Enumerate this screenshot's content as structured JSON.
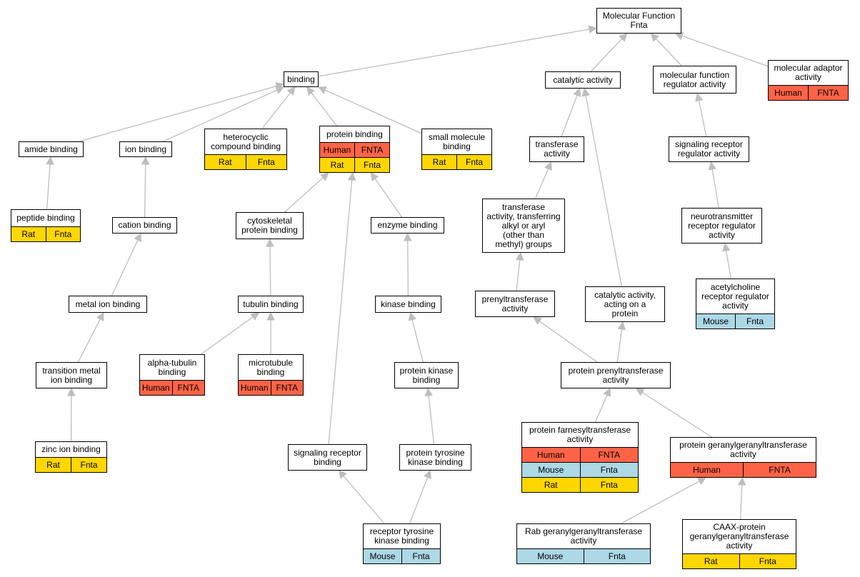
{
  "colors": {
    "Human": "#ff6347",
    "Mouse": "#add8e6",
    "Rat": "#ffd700",
    "edge": "#bebebe"
  },
  "nodes": [
    {
      "id": "molecular-function",
      "label": "Molecular Function\nFnta",
      "rows": []
    },
    {
      "id": "binding",
      "label": "binding",
      "rows": []
    },
    {
      "id": "catalytic-activity",
      "label": "catalytic activity",
      "rows": []
    },
    {
      "id": "molecular-function-regulator-activity",
      "label": "molecular function\nregulator activity",
      "rows": []
    },
    {
      "id": "molecular-adaptor-activity",
      "label": "molecular adaptor\nactivity",
      "rows": [
        [
          "Human",
          "FNTA"
        ]
      ]
    },
    {
      "id": "amide-binding",
      "label": "amide binding",
      "rows": []
    },
    {
      "id": "ion-binding",
      "label": "ion binding",
      "rows": []
    },
    {
      "id": "heterocyclic-compound-binding",
      "label": "heterocyclic\ncompound binding",
      "rows": [
        [
          "Rat",
          "Fnta"
        ]
      ]
    },
    {
      "id": "protein-binding",
      "label": "protein binding",
      "rows": [
        [
          "Human",
          "FNTA"
        ],
        [
          "Rat",
          "Fnta"
        ]
      ]
    },
    {
      "id": "small-molecule-binding",
      "label": "small molecule\nbinding",
      "rows": [
        [
          "Rat",
          "Fnta"
        ]
      ]
    },
    {
      "id": "transferase-activity",
      "label": "transferase\nactivity",
      "rows": []
    },
    {
      "id": "signaling-receptor-regulator-activity",
      "label": "signaling receptor\nregulator activity",
      "rows": []
    },
    {
      "id": "peptide-binding",
      "label": "peptide binding",
      "rows": [
        [
          "Rat",
          "Fnta"
        ]
      ]
    },
    {
      "id": "cation-binding",
      "label": "cation binding",
      "rows": []
    },
    {
      "id": "cytoskeletal-protein-binding",
      "label": "cytoskeletal\nprotein binding",
      "rows": []
    },
    {
      "id": "enzyme-binding",
      "label": "enzyme binding",
      "rows": []
    },
    {
      "id": "transferase-activity-aryl",
      "label": "transferase\nactivity, transferring\nalkyl or aryl\n(other than\nmethyl) groups",
      "rows": []
    },
    {
      "id": "neurotransmitter-receptor-regulator-activity",
      "label": "neurotransmitter\nreceptor regulator\nactivity",
      "rows": []
    },
    {
      "id": "metal-ion-binding",
      "label": "metal ion binding",
      "rows": []
    },
    {
      "id": "tubulin-binding",
      "label": "tubulin binding",
      "rows": []
    },
    {
      "id": "kinase-binding",
      "label": "kinase binding",
      "rows": []
    },
    {
      "id": "prenyltransferase-activity",
      "label": "prenyltransferase\nactivity",
      "rows": []
    },
    {
      "id": "catalytic-activity-on-protein",
      "label": "catalytic activity,\nacting on a\nprotein",
      "rows": []
    },
    {
      "id": "acetylcholine-receptor-regulator-activity",
      "label": "acetylcholine\nreceptor regulator\nactivity",
      "rows": [
        [
          "Mouse",
          "Fnta"
        ]
      ]
    },
    {
      "id": "transition-metal-ion-binding",
      "label": "transition metal\nion binding",
      "rows": []
    },
    {
      "id": "alpha-tubulin-binding",
      "label": "alpha-tubulin\nbinding",
      "rows": [
        [
          "Human",
          "FNTA"
        ]
      ]
    },
    {
      "id": "microtubule-binding",
      "label": "microtubule\nbinding",
      "rows": [
        [
          "Human",
          "FNTA"
        ]
      ]
    },
    {
      "id": "protein-kinase-binding",
      "label": "protein kinase\nbinding",
      "rows": []
    },
    {
      "id": "protein-prenyltransferase-activity",
      "label": "protein prenyltransferase\nactivity",
      "rows": []
    },
    {
      "id": "zinc-ion-binding",
      "label": "zinc ion binding",
      "rows": [
        [
          "Rat",
          "Fnta"
        ]
      ]
    },
    {
      "id": "signaling-receptor-binding",
      "label": "signaling receptor\nbinding",
      "rows": []
    },
    {
      "id": "protein-tyrosine-kinase-binding",
      "label": "protein tyrosine\nkinase binding",
      "rows": []
    },
    {
      "id": "protein-farnesyltransferase-activity",
      "label": "protein farnesyltransferase\nactivity",
      "rows": [
        [
          "Human",
          "FNTA"
        ],
        [
          "Mouse",
          "Fnta"
        ],
        [
          "Rat",
          "Fnta"
        ]
      ]
    },
    {
      "id": "protein-geranylgeranyltransferase-activity",
      "label": "protein geranylgeranyltransferase\nactivity",
      "rows": [
        [
          "Human",
          "FNTA"
        ]
      ]
    },
    {
      "id": "receptor-tyrosine-kinase-binding",
      "label": "receptor tyrosine\nkinase binding",
      "rows": [
        [
          "Mouse",
          "Fnta"
        ]
      ]
    },
    {
      "id": "rab-geranylgeranyltransferase-activity",
      "label": "Rab geranylgeranyltransferase\nactivity",
      "rows": [
        [
          "Mouse",
          "Fnta"
        ]
      ]
    },
    {
      "id": "caax-protein-geranylgeranyltransferase-activity",
      "label": "CAAX-protein\ngeranylgeranyltransferase\nactivity",
      "rows": [
        [
          "Rat",
          "Fnta"
        ]
      ]
    }
  ],
  "edges": [
    [
      "binding",
      "molecular-function"
    ],
    [
      "catalytic-activity",
      "molecular-function"
    ],
    [
      "molecular-function-regulator-activity",
      "molecular-function"
    ],
    [
      "molecular-adaptor-activity",
      "molecular-function"
    ],
    [
      "amide-binding",
      "binding"
    ],
    [
      "ion-binding",
      "binding"
    ],
    [
      "heterocyclic-compound-binding",
      "binding"
    ],
    [
      "protein-binding",
      "binding"
    ],
    [
      "small-molecule-binding",
      "binding"
    ],
    [
      "transferase-activity",
      "catalytic-activity"
    ],
    [
      "catalytic-activity-on-protein",
      "catalytic-activity"
    ],
    [
      "signaling-receptor-regulator-activity",
      "molecular-function-regulator-activity"
    ],
    [
      "peptide-binding",
      "amide-binding"
    ],
    [
      "cation-binding",
      "ion-binding"
    ],
    [
      "cytoskeletal-protein-binding",
      "protein-binding"
    ],
    [
      "enzyme-binding",
      "protein-binding"
    ],
    [
      "signaling-receptor-binding",
      "protein-binding"
    ],
    [
      "transferase-activity-aryl",
      "transferase-activity"
    ],
    [
      "neurotransmitter-receptor-regulator-activity",
      "signaling-receptor-regulator-activity"
    ],
    [
      "metal-ion-binding",
      "cation-binding"
    ],
    [
      "tubulin-binding",
      "cytoskeletal-protein-binding"
    ],
    [
      "kinase-binding",
      "enzyme-binding"
    ],
    [
      "prenyltransferase-activity",
      "transferase-activity-aryl"
    ],
    [
      "acetylcholine-receptor-regulator-activity",
      "neurotransmitter-receptor-regulator-activity"
    ],
    [
      "transition-metal-ion-binding",
      "metal-ion-binding"
    ],
    [
      "alpha-tubulin-binding",
      "tubulin-binding"
    ],
    [
      "microtubule-binding",
      "tubulin-binding"
    ],
    [
      "protein-kinase-binding",
      "kinase-binding"
    ],
    [
      "protein-prenyltransferase-activity",
      "prenyltransferase-activity"
    ],
    [
      "protein-prenyltransferase-activity",
      "catalytic-activity-on-protein"
    ],
    [
      "zinc-ion-binding",
      "transition-metal-ion-binding"
    ],
    [
      "protein-tyrosine-kinase-binding",
      "protein-kinase-binding"
    ],
    [
      "protein-farnesyltransferase-activity",
      "protein-prenyltransferase-activity"
    ],
    [
      "protein-geranylgeranyltransferase-activity",
      "protein-prenyltransferase-activity"
    ],
    [
      "receptor-tyrosine-kinase-binding",
      "signaling-receptor-binding"
    ],
    [
      "receptor-tyrosine-kinase-binding",
      "protein-tyrosine-kinase-binding"
    ],
    [
      "rab-geranylgeranyltransferase-activity",
      "protein-geranylgeranyltransferase-activity"
    ],
    [
      "caax-protein-geranylgeranyltransferase-activity",
      "protein-geranylgeranyltransferase-activity"
    ]
  ]
}
